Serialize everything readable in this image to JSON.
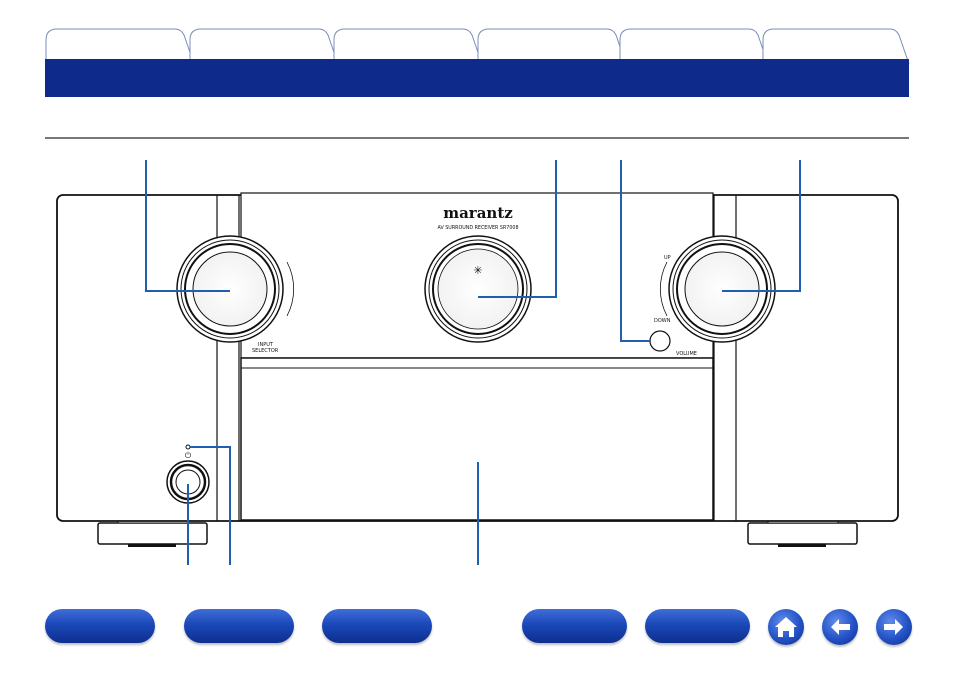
{
  "tabs": [
    {
      "label": ""
    },
    {
      "label": ""
    },
    {
      "label": ""
    },
    {
      "label": ""
    },
    {
      "label": ""
    },
    {
      "label": ""
    }
  ],
  "banner": {
    "title": ""
  },
  "section": {
    "subtitle": ""
  },
  "device": {
    "brand": "marantz",
    "model_line": "AV SURROUND RECEIVER  SR7008",
    "input_selector_label": "INPUT\nSELECTOR",
    "volume_label": "VOLUME",
    "volume_up": "UP",
    "volume_down": "DOWN"
  },
  "nav": {
    "buttons": [
      {
        "label": ""
      },
      {
        "label": ""
      },
      {
        "label": ""
      },
      {
        "label": ""
      },
      {
        "label": ""
      }
    ],
    "icons": [
      "home-icon",
      "arrow-left-icon",
      "arrow-right-icon"
    ]
  },
  "colors": {
    "banner": "#0e2a8a",
    "callout": "#1f5fb0",
    "nav_button": "#1b48b8"
  }
}
